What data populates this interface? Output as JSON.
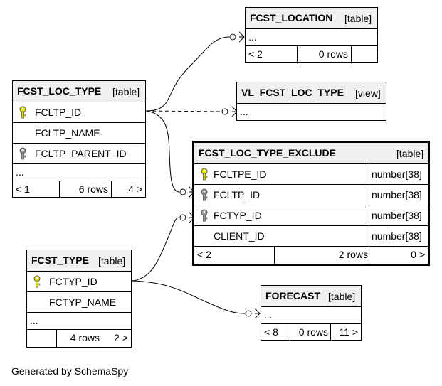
{
  "credit": "Generated by SchemaSpy",
  "colors": {
    "primary_key": "#e6e600",
    "foreign_key": "#a0a0a0",
    "header_bg": "#f0f0f0"
  },
  "tables": {
    "fcst_location": {
      "name": "FCST_LOCATION",
      "kind": "[table]",
      "more": "...",
      "footer": {
        "parents": "< 2",
        "rows": "0 rows",
        "children": ""
      }
    },
    "fcst_loc_type": {
      "name": "FCST_LOC_TYPE",
      "kind": "[table]",
      "columns": [
        {
          "name": "FCLTP_ID",
          "key": "primary-key-icon"
        },
        {
          "name": "FCLTP_NAME",
          "key": ""
        },
        {
          "name": "FCLTP_PARENT_ID",
          "key": "foreign-key-icon"
        }
      ],
      "more": "...",
      "footer": {
        "parents": "< 1",
        "rows": "6 rows",
        "children": "4 >"
      }
    },
    "vl_fcst_loc_type": {
      "name": "VL_FCST_LOC_TYPE",
      "kind": "[view]",
      "more": "..."
    },
    "fcst_loc_type_exclude": {
      "name": "FCST_LOC_TYPE_EXCLUDE",
      "kind": "[table]",
      "columns": [
        {
          "name": "FCLTPE_ID",
          "type": "number[38]",
          "key": "primary-key-icon"
        },
        {
          "name": "FCLTP_ID",
          "type": "number[38]",
          "key": "foreign-key-icon"
        },
        {
          "name": "FCTYP_ID",
          "type": "number[38]",
          "key": "foreign-key-icon"
        },
        {
          "name": "CLIENT_ID",
          "type": "number[38]",
          "key": ""
        }
      ],
      "footer": {
        "parents": "< 2",
        "rows": "2 rows",
        "children": "0 >"
      }
    },
    "fcst_type": {
      "name": "FCST_TYPE",
      "kind": "[table]",
      "columns": [
        {
          "name": "FCTYP_ID",
          "key": "primary-key-icon"
        },
        {
          "name": "FCTYP_NAME",
          "key": ""
        }
      ],
      "more": "...",
      "footer": {
        "parents": "",
        "rows": "4 rows",
        "children": "2 >"
      }
    },
    "forecast": {
      "name": "FORECAST",
      "kind": "[table]",
      "more": "...",
      "footer": {
        "parents": "< 8",
        "rows": "0 rows",
        "children": "11 >"
      }
    }
  },
  "relationships": [
    {
      "from": "FCST_LOC_TYPE.FCLTP_ID",
      "to": "FCST_LOCATION",
      "style": "solid"
    },
    {
      "from": "FCST_LOC_TYPE.FCLTP_ID",
      "to": "VL_FCST_LOC_TYPE",
      "style": "dashed"
    },
    {
      "from": "FCST_LOC_TYPE.FCLTP_ID",
      "to": "FCST_LOC_TYPE_EXCLUDE.FCLTP_ID",
      "style": "solid"
    },
    {
      "from": "FCST_TYPE.FCTYP_ID",
      "to": "FCST_LOC_TYPE_EXCLUDE.FCTYP_ID",
      "style": "solid"
    },
    {
      "from": "FCST_TYPE.FCTYP_ID",
      "to": "FORECAST",
      "style": "solid"
    }
  ]
}
